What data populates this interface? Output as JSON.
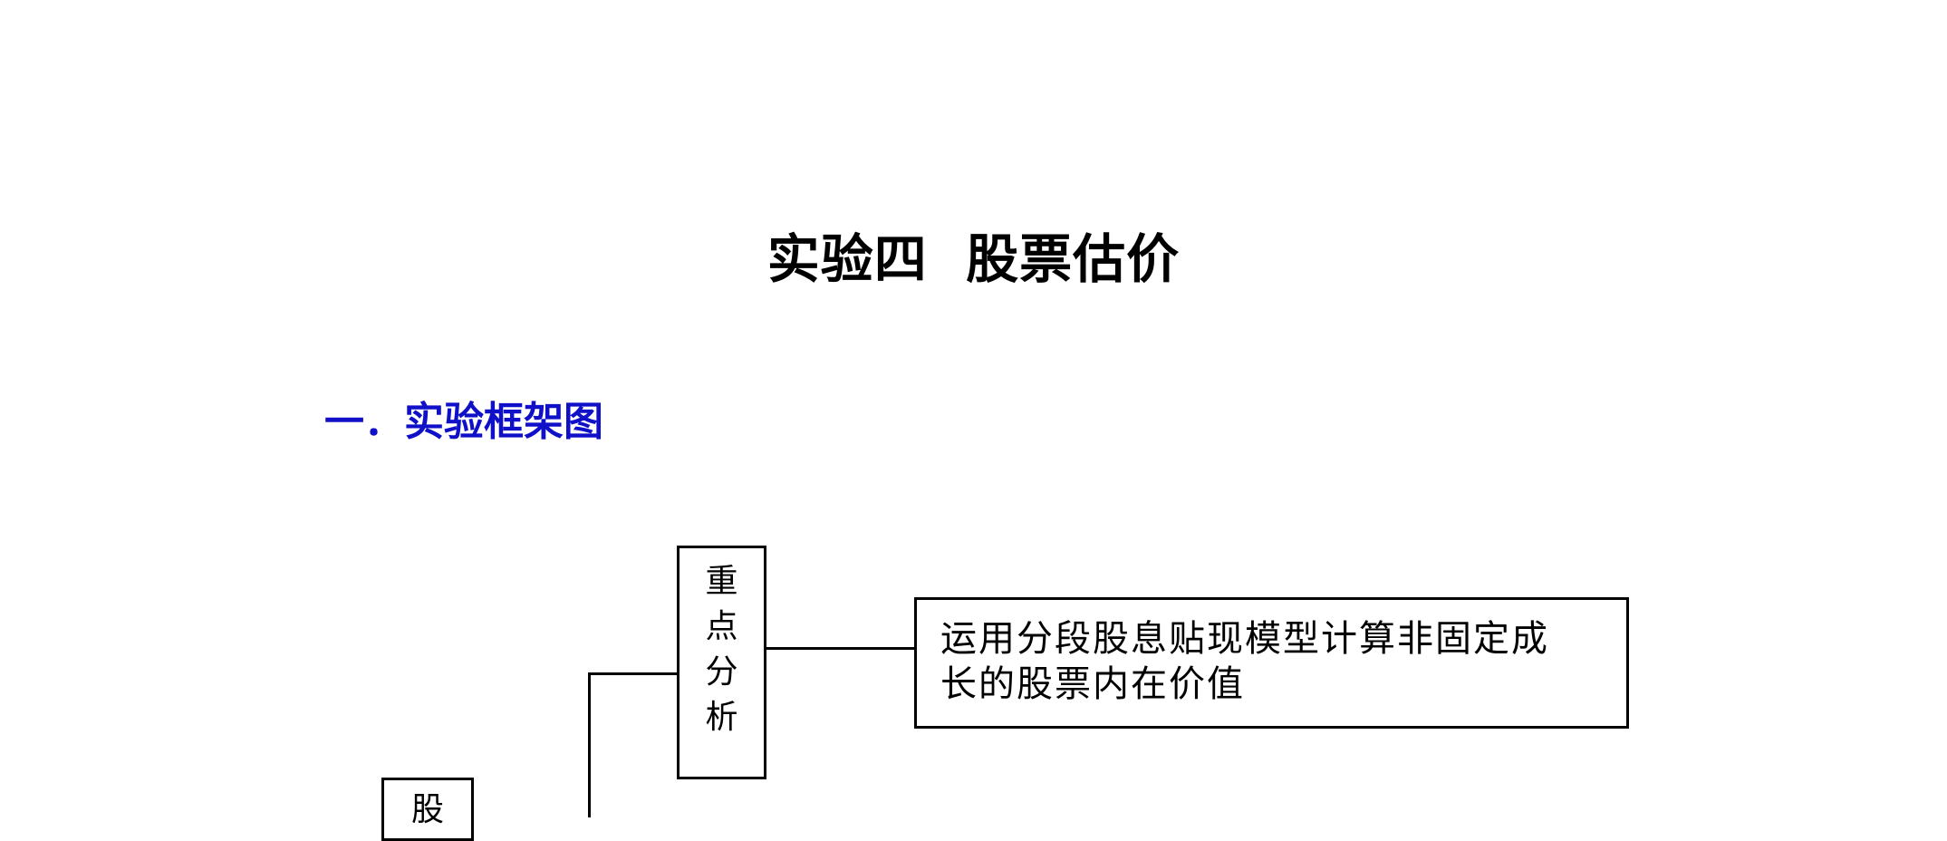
{
  "document": {
    "title": "实验四  股票估价",
    "section_heading": "一．实验框架图"
  },
  "diagram": {
    "focus_box": {
      "chars": [
        "重",
        "点",
        "分",
        "析"
      ]
    },
    "description_box": {
      "line1": "运用分段股息贴现模型计算非固定成",
      "line2": "长的股票内在价值"
    },
    "root_box": {
      "label": "股"
    }
  }
}
